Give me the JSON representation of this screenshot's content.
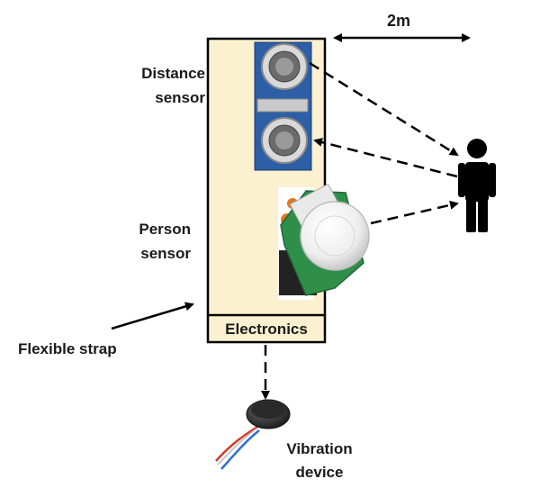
{
  "diagram": {
    "distance_label": "2m",
    "distance_sensor_label_line1": "Distance",
    "distance_sensor_label_line2": "sensor",
    "person_sensor_label_line1": "Person",
    "person_sensor_label_line2": "sensor",
    "electronics_label": "Electronics",
    "strap_label": "Flexible strap",
    "vibration_label_line1": "Vibration",
    "vibration_label_line2": "device"
  },
  "colors": {
    "device_fill": "#fbf0cf",
    "outline": "#000000",
    "sensor_blue": "#2d5fa6",
    "pcb_green": "#2f8f4a"
  },
  "icons": [
    "ultrasonic-sensor-icon",
    "pir-sensor-icon",
    "person-icon",
    "vibration-motor-icon"
  ]
}
